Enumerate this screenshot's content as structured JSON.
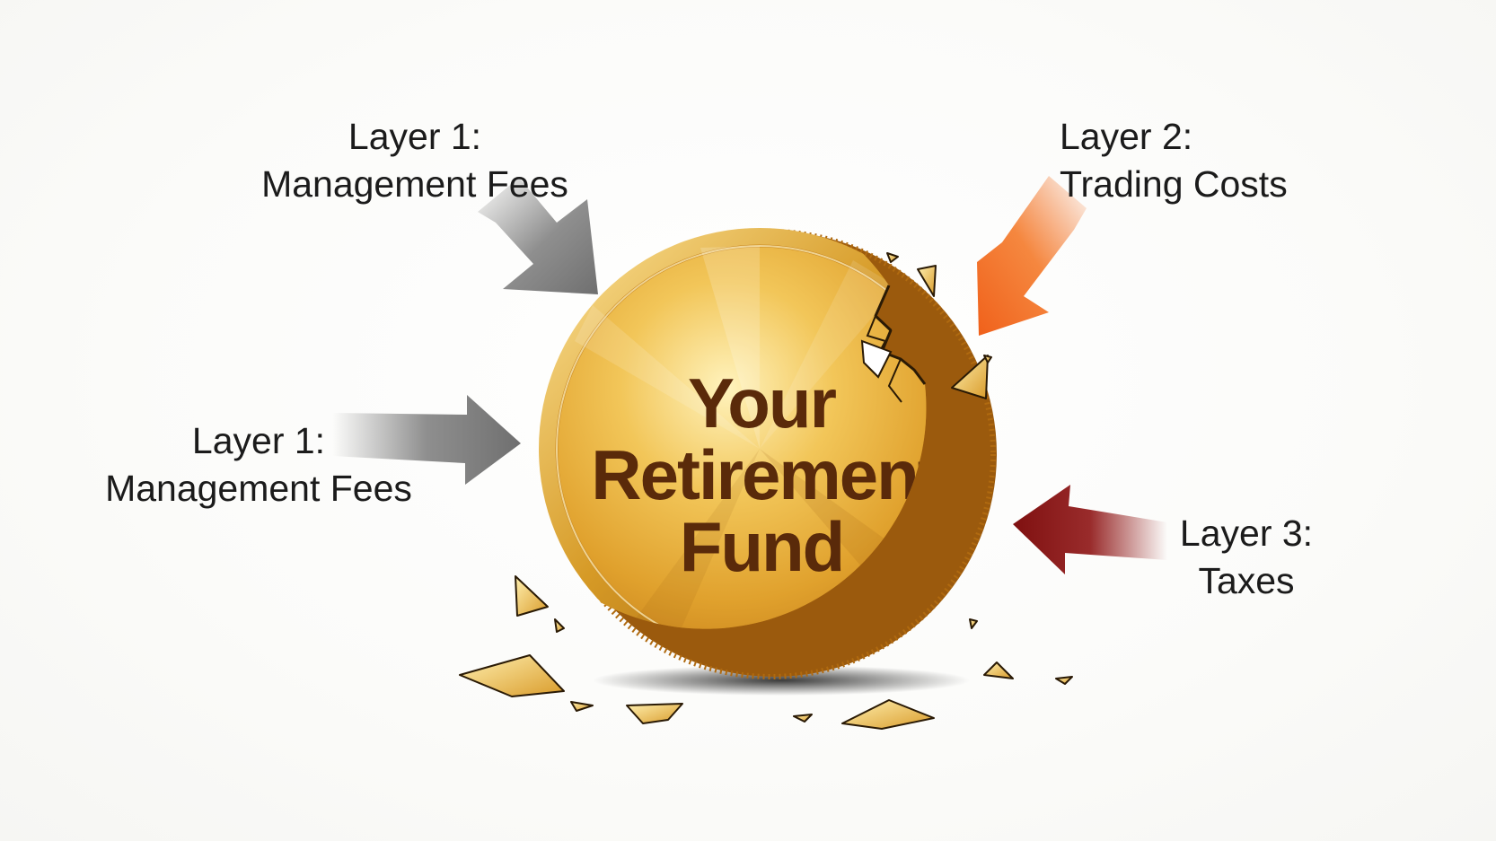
{
  "coin": {
    "line1": "Your",
    "line2": "Retirement",
    "line3": "Fund"
  },
  "labels": {
    "top_left": {
      "line1": "Layer 1:",
      "line2": "Management Fees"
    },
    "top_right": {
      "line1": "Layer 2:",
      "line2": "Trading Costs"
    },
    "middle_left": {
      "line1": "Layer 1:",
      "line2": "Management Fees"
    },
    "middle_right": {
      "line1": "Layer 3:",
      "line2": "Taxes"
    }
  },
  "colors": {
    "layer1_arrow": "#7b7b7b",
    "layer2_arrow": "#f26a1f",
    "layer3_arrow": "#8e1414",
    "coin_gold": "#e8b53a",
    "coin_text": "#5a2a0a"
  }
}
